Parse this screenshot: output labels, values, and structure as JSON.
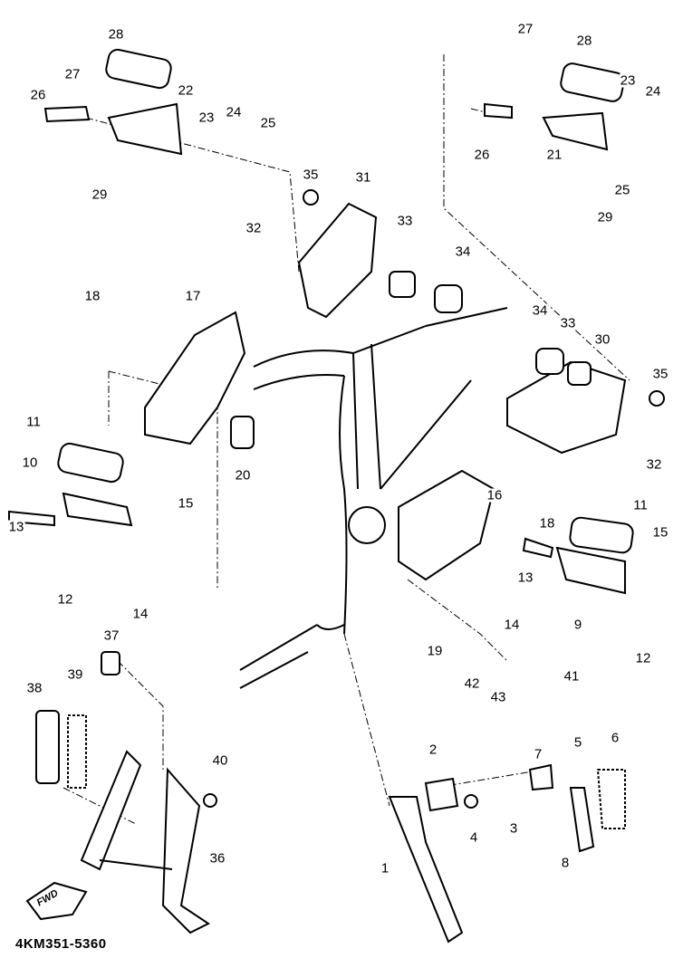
{
  "diagram_code": "4KM351-5360",
  "direction_arrow": "FWD",
  "callouts": [
    "28",
    "27",
    "22",
    "26",
    "23",
    "24",
    "25",
    "29",
    "35",
    "31",
    "32",
    "33",
    "34",
    "18",
    "17",
    "20",
    "11",
    "10",
    "15",
    "13",
    "12",
    "14",
    "27",
    "28",
    "23",
    "24",
    "26",
    "21",
    "25",
    "29",
    "34",
    "33",
    "30",
    "35",
    "32",
    "16",
    "18",
    "11",
    "15",
    "13",
    "9",
    "12",
    "14",
    "19",
    "42",
    "43",
    "41",
    "37",
    "39",
    "38",
    "40",
    "36",
    "2",
    "7",
    "5",
    "6",
    "4",
    "3",
    "8",
    "1"
  ]
}
